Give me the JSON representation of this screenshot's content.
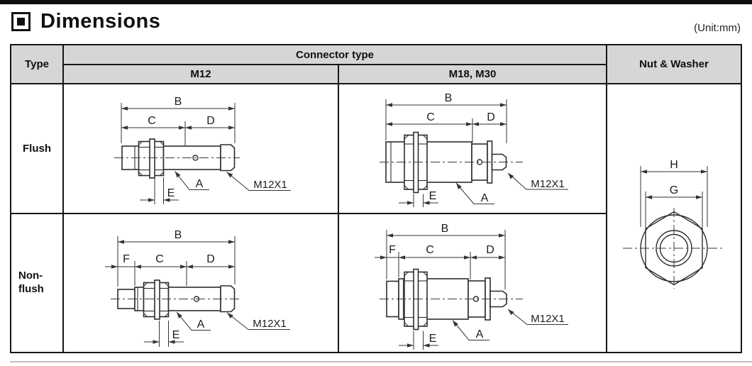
{
  "page": {
    "title": "Dimensions",
    "unit_note": "(Unit:mm)"
  },
  "table": {
    "headers": {
      "type": "Type",
      "connector_type": "Connector type",
      "m12": "M12",
      "m18_m30": "M18, M30",
      "nut_washer": "Nut & Washer"
    },
    "rows": {
      "flush": "Flush",
      "non_flush": "Non-flush"
    }
  },
  "dims": {
    "A": "A",
    "B": "B",
    "C": "C",
    "D": "D",
    "E": "E",
    "F": "F",
    "G": "G",
    "H": "H",
    "thread": "M12X1"
  },
  "colors": {
    "header_bg": "#d6d6d6",
    "table_border": "#161616",
    "drawing_line": "#2d2d2d"
  }
}
